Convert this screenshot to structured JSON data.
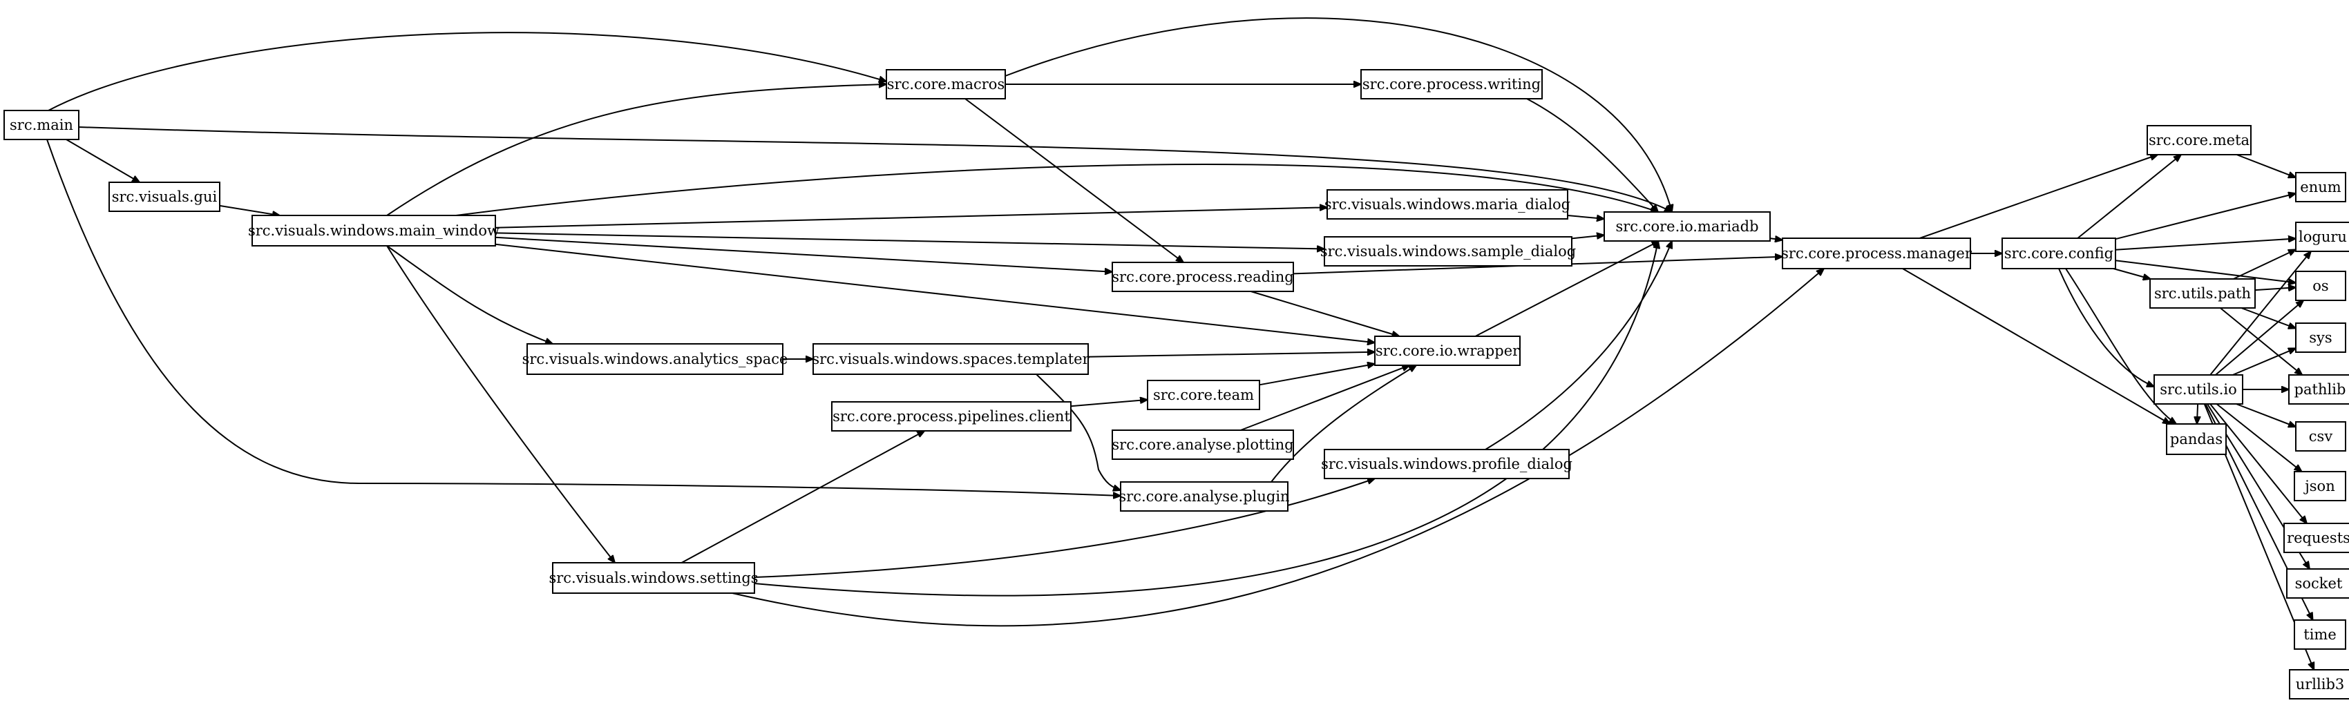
{
  "diagram": {
    "type": "directed-graph",
    "colors": {
      "node_fill": "#ffffff",
      "stroke": "#000000",
      "text": "#000000",
      "background": "#ffffff"
    },
    "nodes": [
      {
        "id": "main",
        "label": "src.main"
      },
      {
        "id": "gui",
        "label": "src.visuals.gui"
      },
      {
        "id": "main_window",
        "label": "src.visuals.windows.main_window"
      },
      {
        "id": "macros",
        "label": "src.core.macros"
      },
      {
        "id": "writing",
        "label": "src.core.process.writing"
      },
      {
        "id": "maria_dialog",
        "label": "src.visuals.windows.maria_dialog"
      },
      {
        "id": "sample_dialog",
        "label": "src.visuals.windows.sample_dialog"
      },
      {
        "id": "mariadb",
        "label": "src.core.io.mariadb"
      },
      {
        "id": "reading",
        "label": "src.core.process.reading"
      },
      {
        "id": "analytics_space",
        "label": "src.visuals.windows.analytics_space"
      },
      {
        "id": "templater",
        "label": "src.visuals.windows.spaces.templater"
      },
      {
        "id": "wrapper",
        "label": "src.core.io.wrapper"
      },
      {
        "id": "pipelines_client",
        "label": "src.core.process.pipelines.client"
      },
      {
        "id": "team",
        "label": "src.core.team"
      },
      {
        "id": "plotting",
        "label": "src.core.analyse.plotting"
      },
      {
        "id": "plugin",
        "label": "src.core.analyse.plugin"
      },
      {
        "id": "profile_dialog",
        "label": "src.visuals.windows.profile_dialog"
      },
      {
        "id": "settings",
        "label": "src.visuals.windows.settings"
      },
      {
        "id": "manager",
        "label": "src.core.process.manager"
      },
      {
        "id": "config",
        "label": "src.core.config"
      },
      {
        "id": "meta",
        "label": "src.core.meta"
      },
      {
        "id": "utils_path",
        "label": "src.utils.path"
      },
      {
        "id": "utils_io",
        "label": "src.utils.io"
      },
      {
        "id": "enum",
        "label": "enum"
      },
      {
        "id": "loguru",
        "label": "loguru"
      },
      {
        "id": "os",
        "label": "os"
      },
      {
        "id": "sys",
        "label": "sys"
      },
      {
        "id": "pathlib",
        "label": "pathlib"
      },
      {
        "id": "csv",
        "label": "csv"
      },
      {
        "id": "json",
        "label": "json"
      },
      {
        "id": "requests",
        "label": "requests"
      },
      {
        "id": "socket",
        "label": "socket"
      },
      {
        "id": "time",
        "label": "time"
      },
      {
        "id": "urllib3",
        "label": "urllib3"
      },
      {
        "id": "pandas",
        "label": "pandas"
      }
    ],
    "edges": [
      {
        "from": "main",
        "to": "macros"
      },
      {
        "from": "main",
        "to": "mariadb"
      },
      {
        "from": "main",
        "to": "gui"
      },
      {
        "from": "main",
        "to": "plugin"
      },
      {
        "from": "gui",
        "to": "main_window"
      },
      {
        "from": "main_window",
        "to": "macros"
      },
      {
        "from": "main_window",
        "to": "mariadb"
      },
      {
        "from": "main_window",
        "to": "maria_dialog"
      },
      {
        "from": "main_window",
        "to": "sample_dialog"
      },
      {
        "from": "main_window",
        "to": "reading"
      },
      {
        "from": "main_window",
        "to": "wrapper"
      },
      {
        "from": "main_window",
        "to": "analytics_space"
      },
      {
        "from": "main_window",
        "to": "settings"
      },
      {
        "from": "macros",
        "to": "writing"
      },
      {
        "from": "macros",
        "to": "mariadb"
      },
      {
        "from": "macros",
        "to": "reading"
      },
      {
        "from": "writing",
        "to": "mariadb"
      },
      {
        "from": "maria_dialog",
        "to": "mariadb"
      },
      {
        "from": "sample_dialog",
        "to": "mariadb"
      },
      {
        "from": "reading",
        "to": "wrapper"
      },
      {
        "from": "reading",
        "to": "manager"
      },
      {
        "from": "analytics_space",
        "to": "templater"
      },
      {
        "from": "templater",
        "to": "wrapper"
      },
      {
        "from": "templater",
        "to": "plugin"
      },
      {
        "from": "pipelines_client",
        "to": "team"
      },
      {
        "from": "team",
        "to": "wrapper"
      },
      {
        "from": "plotting",
        "to": "wrapper"
      },
      {
        "from": "plugin",
        "to": "wrapper"
      },
      {
        "from": "wrapper",
        "to": "mariadb"
      },
      {
        "from": "profile_dialog",
        "to": "mariadb"
      },
      {
        "from": "settings",
        "to": "pipelines_client"
      },
      {
        "from": "settings",
        "to": "profile_dialog"
      },
      {
        "from": "settings",
        "to": "mariadb"
      },
      {
        "from": "settings",
        "to": "manager"
      },
      {
        "from": "mariadb",
        "to": "manager"
      },
      {
        "from": "manager",
        "to": "meta"
      },
      {
        "from": "manager",
        "to": "config"
      },
      {
        "from": "manager",
        "to": "pandas"
      },
      {
        "from": "config",
        "to": "meta"
      },
      {
        "from": "config",
        "to": "enum"
      },
      {
        "from": "config",
        "to": "loguru"
      },
      {
        "from": "config",
        "to": "os"
      },
      {
        "from": "config",
        "to": "utils_path"
      },
      {
        "from": "config",
        "to": "utils_io"
      },
      {
        "from": "config",
        "to": "pandas"
      },
      {
        "from": "meta",
        "to": "enum"
      },
      {
        "from": "utils_path",
        "to": "loguru"
      },
      {
        "from": "utils_path",
        "to": "os"
      },
      {
        "from": "utils_path",
        "to": "sys"
      },
      {
        "from": "utils_path",
        "to": "pathlib"
      },
      {
        "from": "utils_io",
        "to": "loguru"
      },
      {
        "from": "utils_io",
        "to": "os"
      },
      {
        "from": "utils_io",
        "to": "sys"
      },
      {
        "from": "utils_io",
        "to": "pathlib"
      },
      {
        "from": "utils_io",
        "to": "csv"
      },
      {
        "from": "utils_io",
        "to": "json"
      },
      {
        "from": "utils_io",
        "to": "requests"
      },
      {
        "from": "utils_io",
        "to": "socket"
      },
      {
        "from": "utils_io",
        "to": "time"
      },
      {
        "from": "utils_io",
        "to": "urllib3"
      },
      {
        "from": "utils_io",
        "to": "pandas"
      }
    ]
  }
}
